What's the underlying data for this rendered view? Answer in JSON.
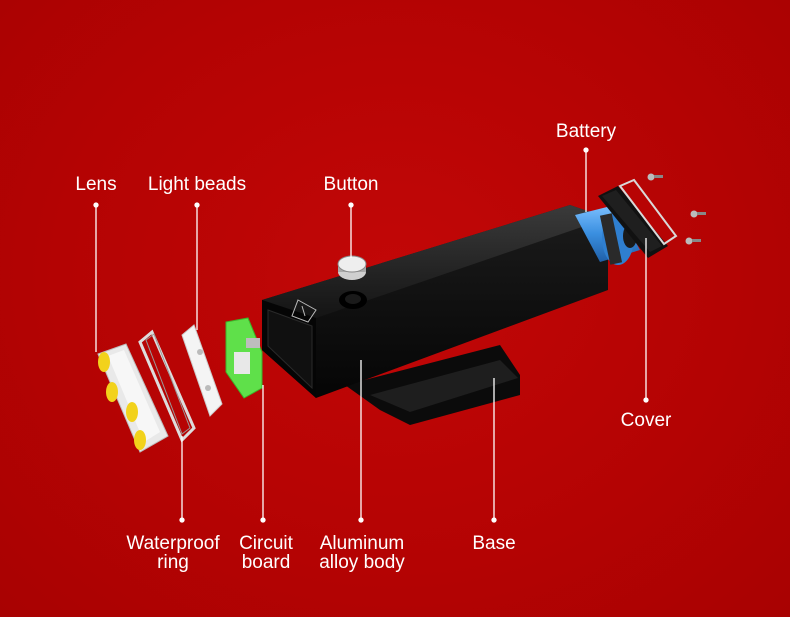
{
  "labels": {
    "lens": "Lens",
    "light_beads": "Light beads",
    "button": "Button",
    "battery": "Battery",
    "cover": "Cover",
    "waterproof_ring": [
      "Waterproof",
      "ring"
    ],
    "circuit_board": [
      "Circuit",
      "board"
    ],
    "aluminum_body": [
      "Aluminum",
      "alloy body"
    ],
    "base": "Base"
  },
  "colors": {
    "background": "#b50303",
    "leader_line": "#ffffff",
    "body": "#141414",
    "battery": "#3a8fe0",
    "circuit_board": "#5fe04a",
    "lens_accent": "#f2d21b"
  }
}
